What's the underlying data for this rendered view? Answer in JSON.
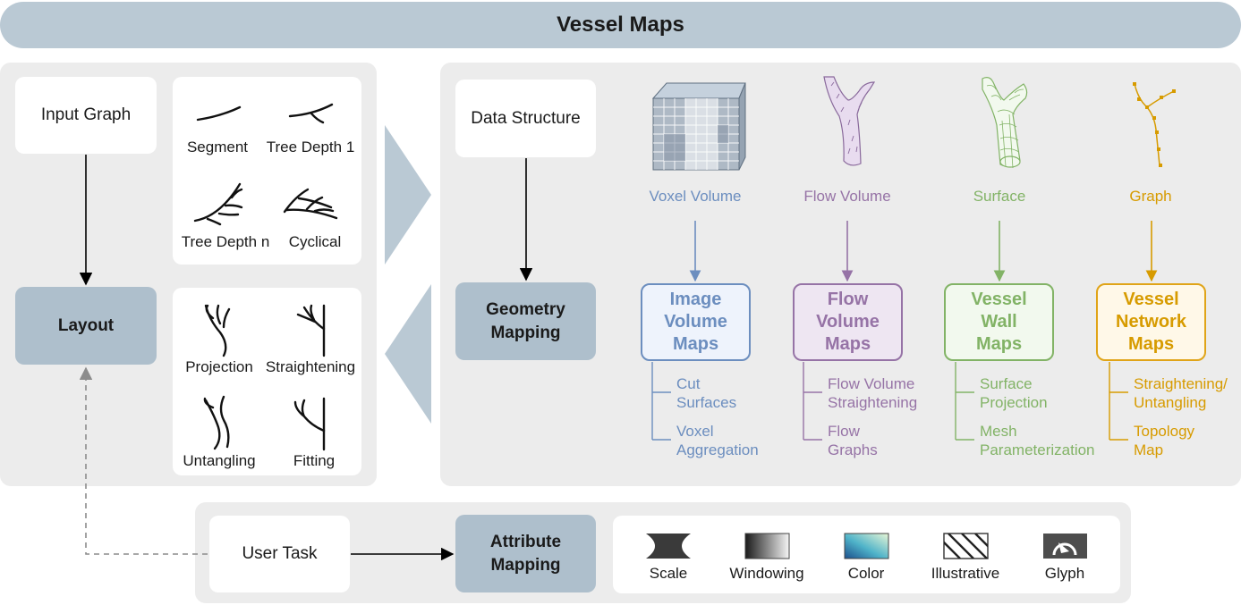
{
  "title": "Vessel Maps",
  "left": {
    "input_graph": "Input Graph",
    "layout": "Layout",
    "graph_types": [
      "Segment",
      "Tree Depth 1",
      "Tree Depth n",
      "Cyclical"
    ],
    "layout_types": [
      "Projection",
      "Straightening",
      "Untangling",
      "Fitting"
    ]
  },
  "right": {
    "data_structure": "Data Structure",
    "geometry_mapping": "Geometry Mapping",
    "columns": [
      {
        "type": "Voxel Volume",
        "map": "Image Volume Maps",
        "subs": [
          "Cut Surfaces",
          "Voxel Aggregation"
        ],
        "color": "#6c8ebf"
      },
      {
        "type": "Flow Volume",
        "map": "Flow Volume Maps",
        "subs": [
          "Flow Volume Straightening",
          "Flow Graphs"
        ],
        "color": "#9673a6"
      },
      {
        "type": "Surface",
        "map": "Vessel Wall Maps",
        "subs": [
          "Surface Projection",
          "Mesh Parameterization"
        ],
        "color": "#82b366"
      },
      {
        "type": "Graph",
        "map": "Vessel Network Maps",
        "subs": [
          "Straightening/ Untangling",
          "Topology Map"
        ],
        "color": "#d79b00"
      }
    ]
  },
  "bottom": {
    "user_task": "User Task",
    "attribute_mapping": "Attribute Mapping",
    "attributes": [
      "Scale",
      "Windowing",
      "Color",
      "Illustrative",
      "Glyph"
    ]
  }
}
